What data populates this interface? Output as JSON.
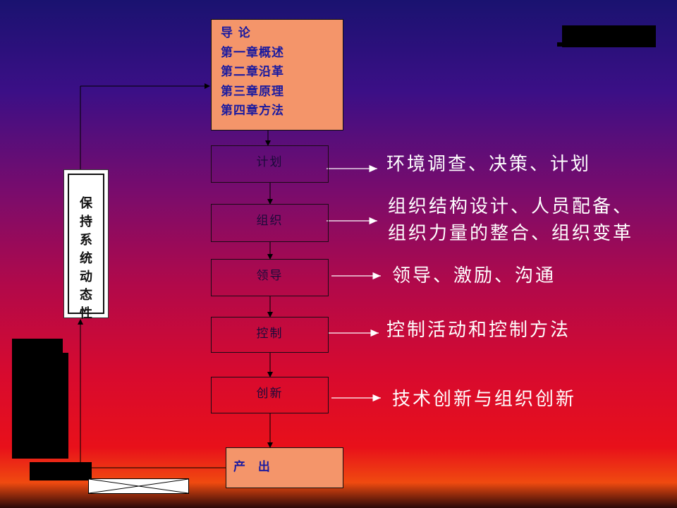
{
  "toc": {
    "lines": [
      "导 论",
      "第一章概述",
      "第二章沿革",
      "第三章原理",
      "第四章方法"
    ]
  },
  "stages": [
    {
      "label": "计划",
      "desc": [
        "环境调查、决策、计划"
      ]
    },
    {
      "label": "组织",
      "desc": [
        "组织结构设计、人员配备、",
        "组织力量的整合、组织变革"
      ]
    },
    {
      "label": "领导",
      "desc": [
        "领导、激励、沟通"
      ]
    },
    {
      "label": "控制",
      "desc": [
        "控制活动和控制方法"
      ]
    },
    {
      "label": "创新",
      "desc": [
        "技术创新与组织创新"
      ]
    }
  ],
  "output": {
    "label": "产 出"
  },
  "feedback": {
    "chars": [
      "保",
      "持",
      "系",
      "统",
      "动",
      "态",
      "性"
    ]
  },
  "colors": {
    "box_fill": "#f4956a",
    "box_text": "#1a1aa0",
    "desc_text": "#ffffff"
  }
}
